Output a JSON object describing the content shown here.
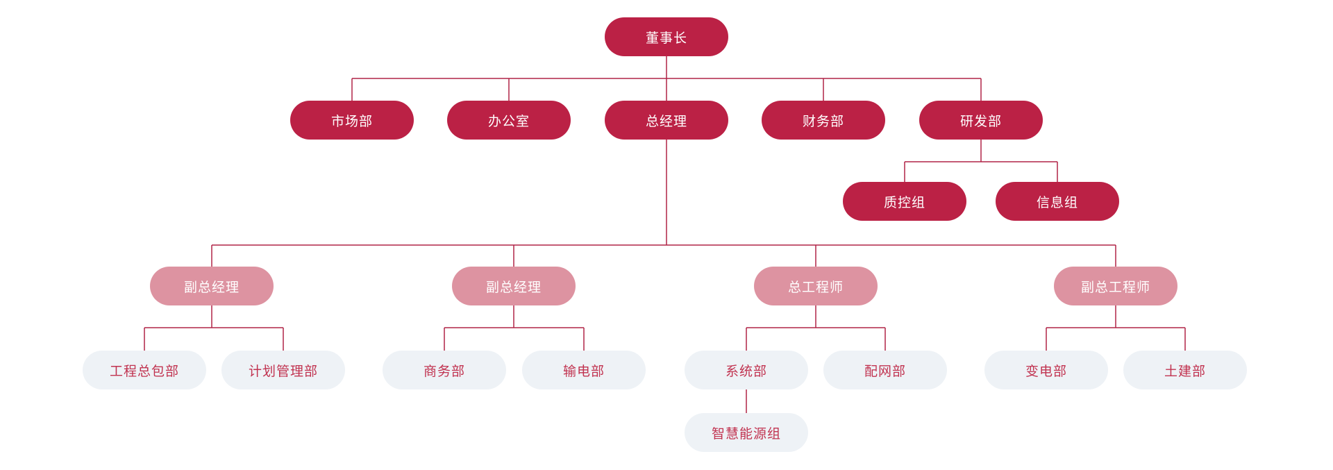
{
  "colors": {
    "primary_dark_red": "#bb2145",
    "secondary_pink": "#dd93a1",
    "light_node_bg": "#eef2f6",
    "light_node_text": "#c13350",
    "connector_line": "#b02346",
    "background": "#ffffff"
  },
  "org": {
    "type": "org-chart",
    "root": {
      "label": "董事长",
      "children": [
        {
          "label": "市场部"
        },
        {
          "label": "办公室"
        },
        {
          "label": "总经理",
          "children": [
            {
              "label": "副总经理",
              "children": [
                {
                  "label": "工程总包部"
                },
                {
                  "label": "计划管理部"
                }
              ]
            },
            {
              "label": "副总经理",
              "children": [
                {
                  "label": "商务部"
                },
                {
                  "label": "输电部"
                }
              ]
            },
            {
              "label": "总工程师",
              "children": [
                {
                  "label": "系统部",
                  "children": [
                    {
                      "label": "智慧能源组"
                    }
                  ]
                },
                {
                  "label": "配网部"
                }
              ]
            },
            {
              "label": "副总工程师",
              "children": [
                {
                  "label": "变电部"
                },
                {
                  "label": "土建部"
                }
              ]
            }
          ]
        },
        {
          "label": "财务部"
        },
        {
          "label": "研发部",
          "children": [
            {
              "label": "质控组"
            },
            {
              "label": "信息组"
            }
          ]
        }
      ]
    }
  }
}
